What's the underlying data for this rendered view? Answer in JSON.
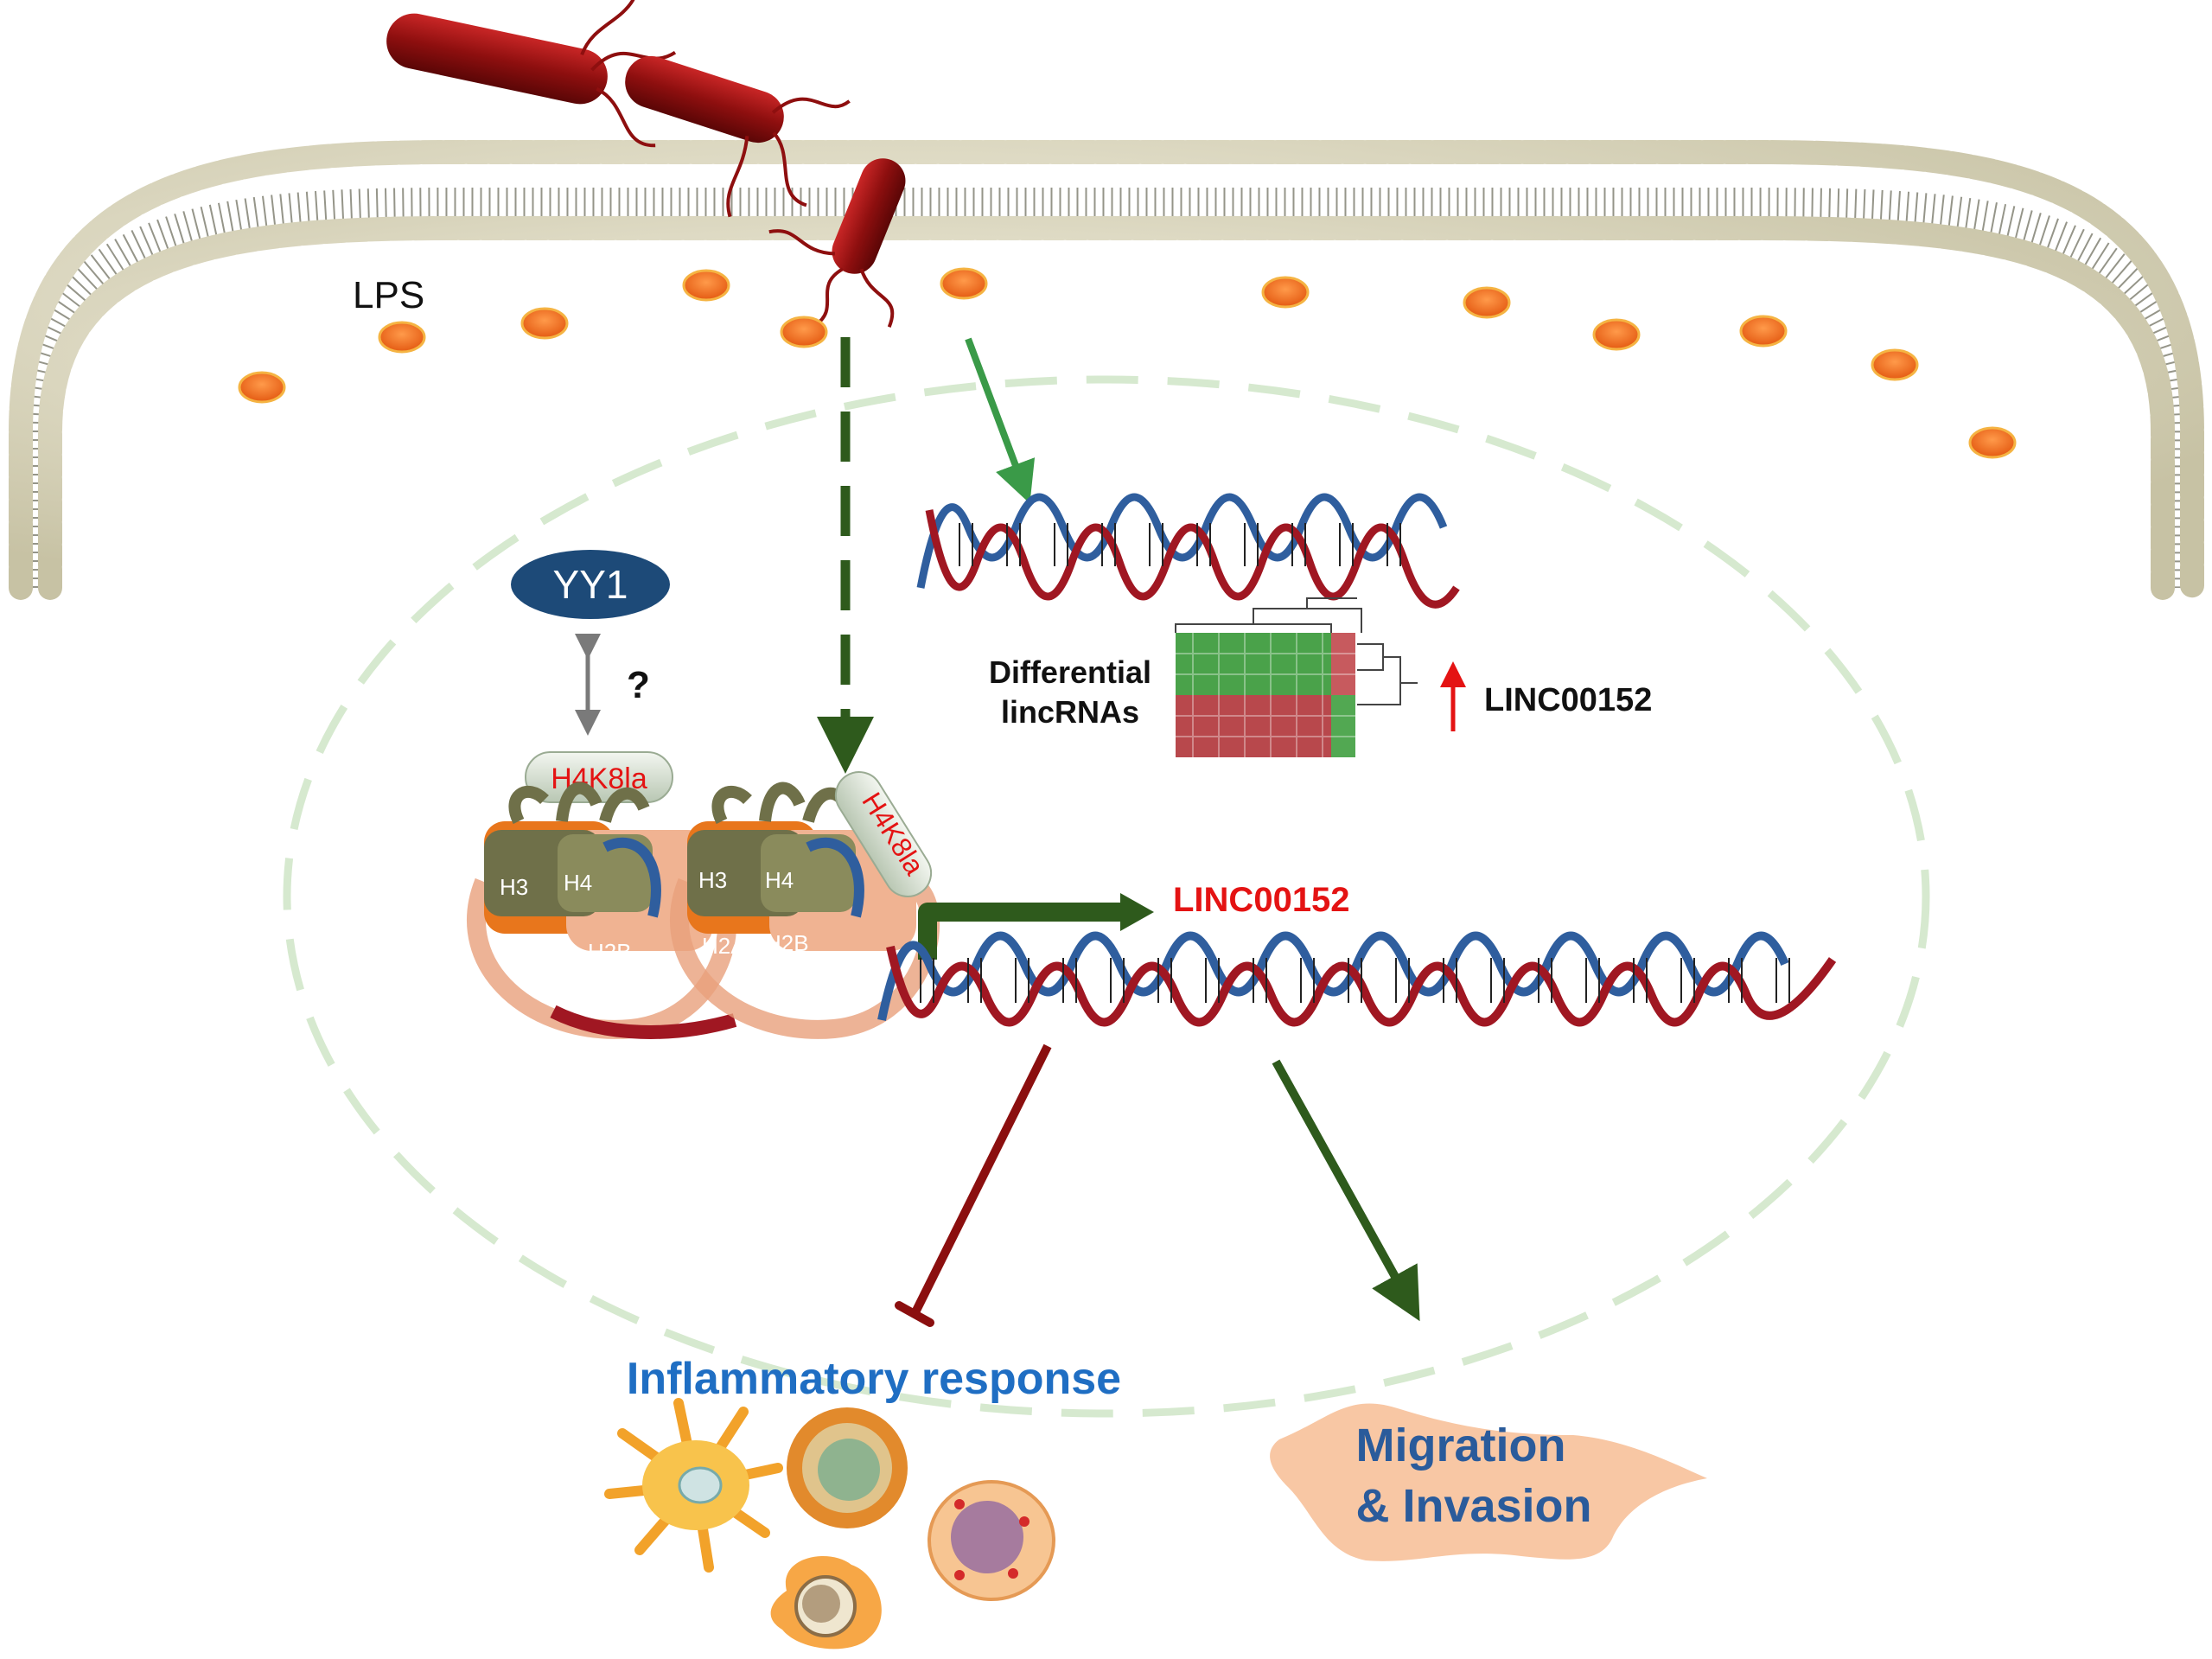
{
  "labels": {
    "lps": "LPS",
    "yy1": "YY1",
    "question": "?",
    "h4k8la_left": "H4K8la",
    "h4k8la_right": "H4K8la",
    "h3": "H3",
    "h4": "H4",
    "h2a": "H2A",
    "h2b": "H2B",
    "linc_promoter": "LINC00152",
    "linc_upregulated": "LINC00152",
    "differential_line1": "Differential",
    "differential_line2": "lincRNAs",
    "inflammatory": "Inflammatory response",
    "migration_line1": "Migration",
    "migration_line2": "& Invasion"
  },
  "colors": {
    "bacteria": "#8e0f0f",
    "lps_dot": "#f07a22",
    "nucleus_border": "#d6e9cf",
    "dna_blue": "#2f5e9e",
    "dna_red": "#a01722",
    "arrow_dark_green": "#2e5a1c",
    "arrow_green": "#3a9a48",
    "inhibit_red": "#8b0f0f",
    "label_red": "#e41313",
    "label_blue": "#1f6ec3",
    "yy1_fill": "#1d4a78",
    "migration_fill": "#f8c7a4"
  }
}
